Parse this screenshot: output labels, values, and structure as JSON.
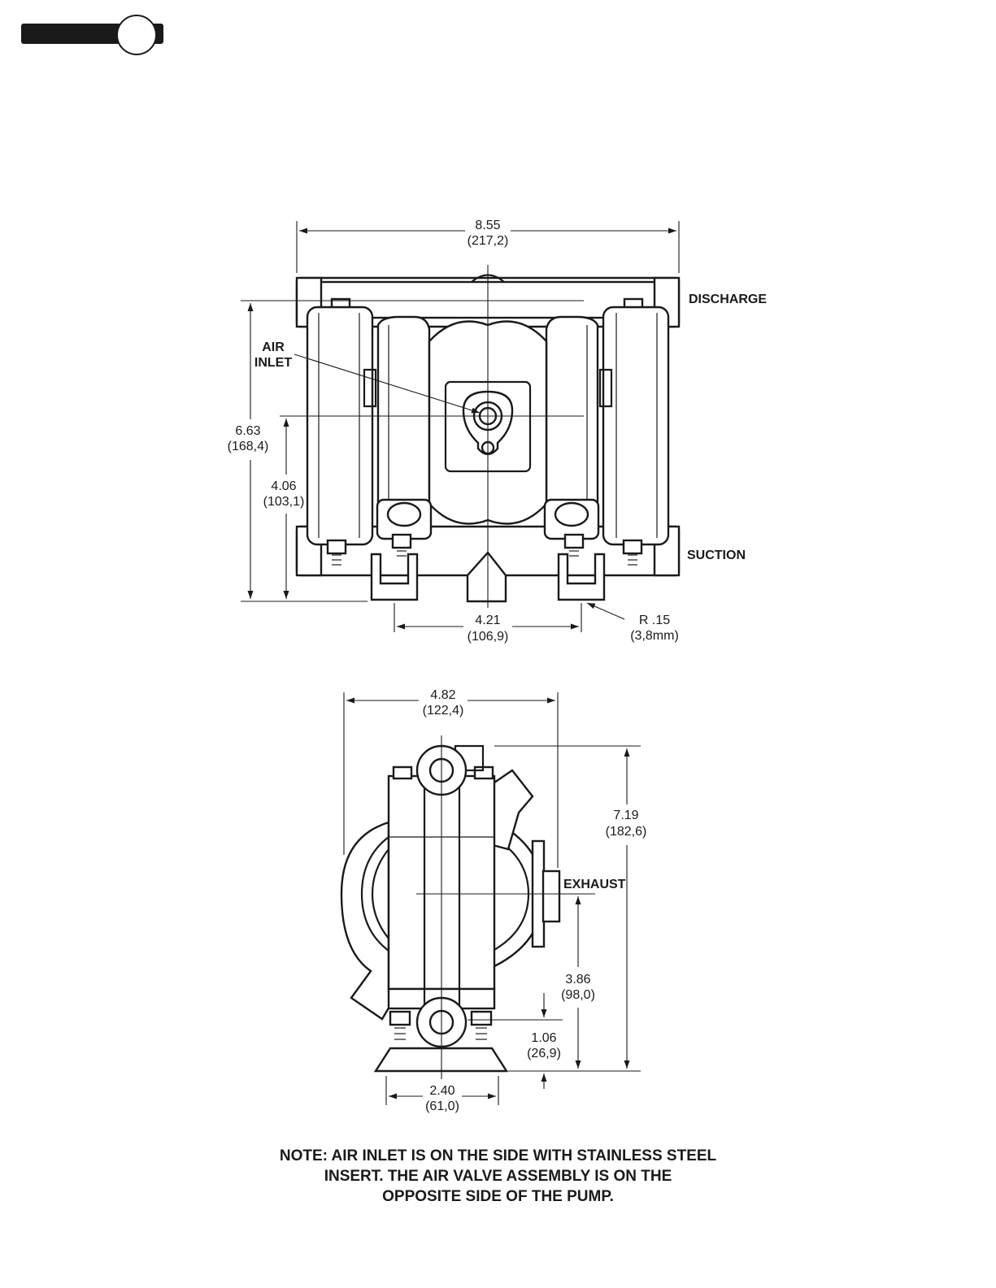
{
  "front_view": {
    "width_dim": {
      "value": "8.55",
      "mm": "(217,2)"
    },
    "height_dim": {
      "value": "6.63",
      "mm": "(168,4)"
    },
    "inlet_height_dim": {
      "value": "4.06",
      "mm": "(103,1)"
    },
    "foot_spacing_dim": {
      "value": "4.21",
      "mm": "(106,9)"
    },
    "radius_dim": {
      "value": "R .15",
      "mm": "(3,8mm)"
    },
    "labels": {
      "discharge": "DISCHARGE",
      "suction": "SUCTION",
      "air_inlet_line1": "AIR",
      "air_inlet_line2": "INLET"
    }
  },
  "side_view": {
    "width_dim": {
      "value": "4.82",
      "mm": "(122,4)"
    },
    "height_dim": {
      "value": "7.19",
      "mm": "(182,6)"
    },
    "exhaust_height_dim": {
      "value": "3.86",
      "mm": "(98,0)"
    },
    "suction_height_dim": {
      "value": "1.06",
      "mm": "(26,9)"
    },
    "base_width_dim": {
      "value": "2.40",
      "mm": "(61,0)"
    },
    "labels": {
      "exhaust": "EXHAUST"
    }
  },
  "note": {
    "line1": "NOTE: AIR INLET IS ON THE SIDE WITH STAINLESS STEEL",
    "line2": "INSERT. THE AIR VALVE ASSEMBLY IS ON THE",
    "line3": "OPPOSITE SIDE OF THE PUMP."
  }
}
